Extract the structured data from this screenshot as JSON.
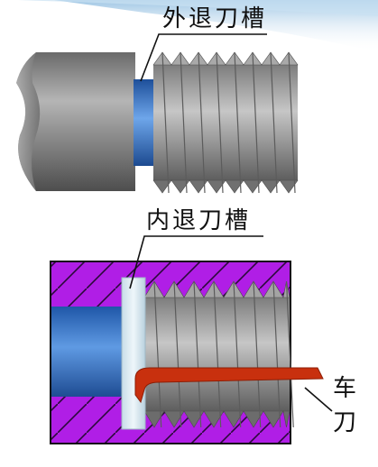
{
  "labels": {
    "outer_groove": "外退刀槽",
    "inner_groove": "内退刀槽",
    "tool": [
      "车",
      "刀"
    ]
  },
  "colors": {
    "banner": "#bcd9ee",
    "shaft_gray": "#8a8a8a",
    "groove_blue": "#3f7fd3",
    "thread_gray": "#9b9b9b",
    "housing_purple": "#b01ee6",
    "hatch_line": "#2a0a3a",
    "inner_groove_light": "#d7e7ef",
    "tool_red": "#c8300e"
  }
}
